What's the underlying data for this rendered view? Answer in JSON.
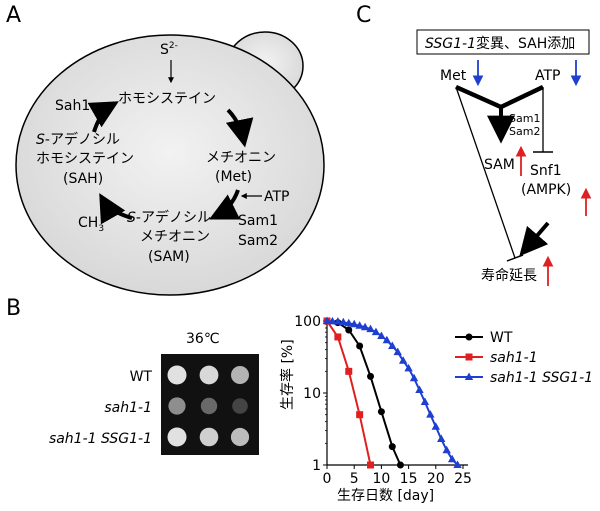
{
  "panelA": {
    "label": "A",
    "sulfide": "S",
    "sulfide_sup": "2-",
    "homocysteine": "ホモシステイン",
    "sah1": "Sah1",
    "sah_line1_prefix": "S",
    "sah_line1_rest": "-アデノシル",
    "sah_line2": "ホモシステイン",
    "sah_line3": "(SAH)",
    "met_line1": "メチオニン",
    "met_line2": "(Met)",
    "atp": "ATP",
    "sam_line1_prefix": "S",
    "sam_line1_rest": "-アデノシル",
    "sam_line2": "メチオニン",
    "sam_line3": "(SAM)",
    "sam1": "Sam1",
    "sam2": "Sam2",
    "ch3": "CH",
    "ch3_sub": "3"
  },
  "panelB": {
    "label": "B",
    "temperature": "36℃",
    "strains": [
      "WT",
      "sah1-1",
      "sah1-1 SSG1-1"
    ],
    "spot_growth": [
      [
        1.0,
        0.95,
        0.75
      ],
      [
        0.55,
        0.35,
        0.15
      ],
      [
        1.0,
        0.9,
        0.8
      ]
    ]
  },
  "panelC": {
    "label": "C",
    "box_title_italic": "SSG1-1",
    "box_title_rest": "変異、SAH添加",
    "met": "Met",
    "atp": "ATP",
    "sam1": "Sam1",
    "sam2": "Sam2",
    "sam": "SAM",
    "snf1": "Snf1",
    "ampk": "(AMPK)",
    "lifespan": "寿命延長",
    "down_color": "#1f3fd0",
    "up_color": "#e02020"
  },
  "chart_data": {
    "type": "line",
    "x": [
      0,
      2,
      4,
      6,
      8,
      10,
      12,
      14,
      16,
      18,
      20,
      22,
      24
    ],
    "xlabel_main": "生存日数",
    "xlabel_unit": "[day]",
    "ylabel_main": "生存率",
    "ylabel_unit": "[%]",
    "xlim": [
      0,
      25
    ],
    "ylim": [
      1,
      100
    ],
    "yscale": "log",
    "xticks": [
      "0",
      "5",
      "10",
      "15",
      "20",
      "25"
    ],
    "yticks": [
      "1",
      "10",
      "100"
    ],
    "legend_position": "right",
    "series": [
      {
        "name": "WT",
        "italic": false,
        "color": "#000000",
        "marker": "circle",
        "x": [
          0,
          2,
          4,
          6,
          8,
          10,
          12,
          13.5
        ],
        "y": [
          100,
          95,
          75,
          45,
          17,
          5.5,
          1.8,
          1
        ]
      },
      {
        "name": "sah1-1",
        "italic": true,
        "color": "#e02020",
        "marker": "square",
        "x": [
          0,
          2,
          4,
          6,
          8
        ],
        "y": [
          100,
          60,
          20,
          5,
          1
        ]
      },
      {
        "name": "sah1-1 SSG1-1",
        "italic": true,
        "color": "#1f3fd0",
        "marker": "triangle",
        "x": [
          0,
          1,
          2,
          3,
          4,
          5,
          6,
          7,
          8,
          9,
          10,
          11,
          12,
          13,
          14,
          15,
          16,
          17,
          18,
          19,
          20,
          21,
          22,
          23,
          24
        ],
        "y": [
          100,
          99,
          98,
          96,
          93,
          90,
          86,
          82,
          77,
          70,
          62,
          54,
          45,
          37,
          28,
          22,
          16,
          11,
          7.5,
          5,
          3.4,
          2.3,
          1.6,
          1.2,
          1
        ]
      }
    ]
  }
}
